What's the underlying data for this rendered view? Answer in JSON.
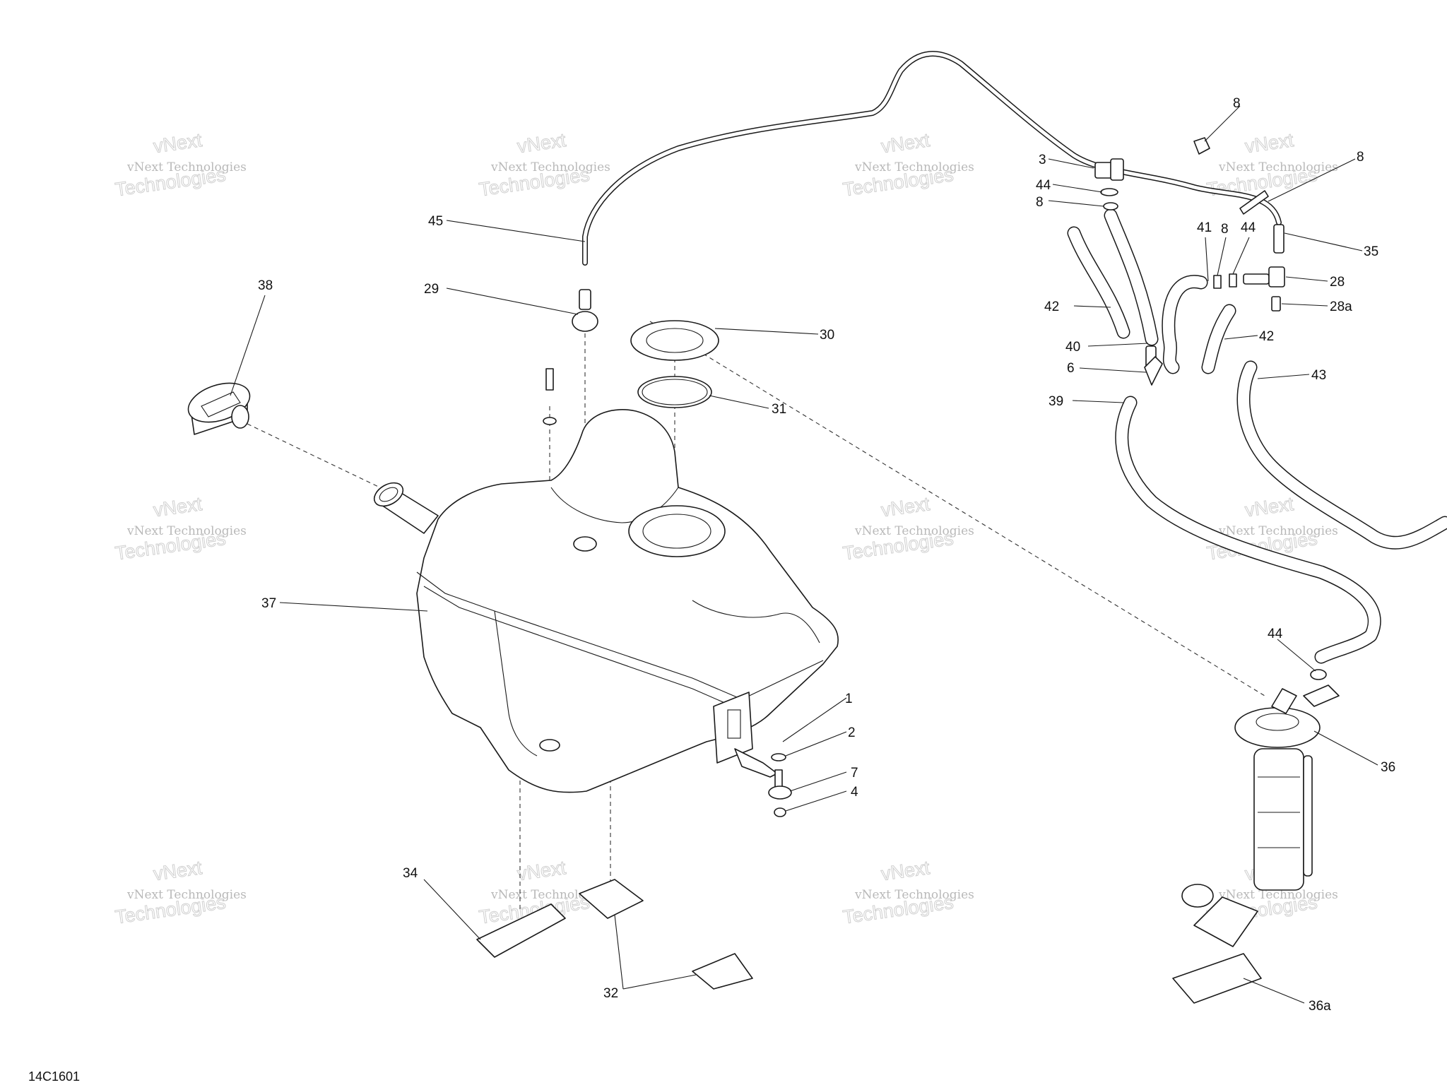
{
  "figure_id": "14C1601",
  "watermark": {
    "line1": "vNext Technologies",
    "line2": "Technologies",
    "line3": "vNext"
  },
  "callouts": {
    "p1": "1",
    "p2": "2",
    "p3": "3",
    "p4": "4",
    "p6": "6",
    "p7": "7",
    "p8a": "8",
    "p8b": "8",
    "p8c": "8",
    "p8d": "8",
    "p28": "28",
    "p28a": "28a",
    "p29": "29",
    "p30": "30",
    "p31": "31",
    "p32": "32",
    "p34": "34",
    "p35": "35",
    "p36": "36",
    "p36a": "36a",
    "p37": "37",
    "p38": "38",
    "p39": "39",
    "p40": "40",
    "p41": "41",
    "p42a": "42",
    "p42b": "42",
    "p43": "43",
    "p44a": "44",
    "p44b": "44",
    "p44c": "44",
    "p45": "45"
  }
}
